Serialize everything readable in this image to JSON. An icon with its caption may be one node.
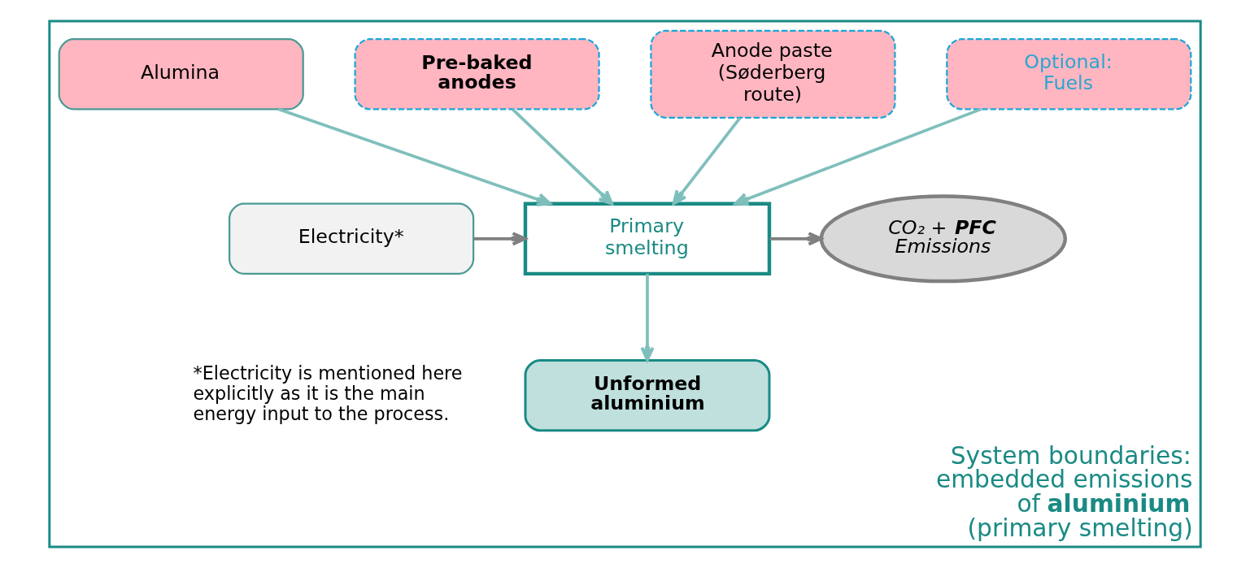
{
  "diagram": {
    "nodes": [
      {
        "text": [
          "System boundaries: embedded emissions of **aluminium** (primary smelting)"
        ]
      },
      {
        "text": [
          "Alumina"
        ],
        "in": 0
      },
      {
        "text": [
          "Pre-baked anodes"
        ],
        "in": 0
      },
      {
        "text": [
          "Anode paste (Søderberg route)"
        ],
        "in": 0
      },
      {
        "text": [
          "Optional: Fuels"
        ],
        "in": 0
      },
      {
        "text": [
          "Electricity*"
        ],
        "in": 0
      },
      {
        "text": [
          "Primary smelting"
        ],
        "in": 0
      },
      {
        "text": [
          "CO₂ + **PFC** Emissions"
        ],
        "in": 0
      },
      {
        "text": [
          "Unformed aluminium"
        ],
        "in": 0
      }
    ],
    "edges": [
      {
        "from": 1,
        "to": 6,
        "arrow": "to"
      },
      {
        "from": 2,
        "to": 6,
        "arrow": "to"
      },
      {
        "from": 3,
        "to": 6,
        "arrow": "to"
      },
      {
        "from": 4,
        "to": 6,
        "arrow": "to"
      },
      {
        "from": 5,
        "to": 6,
        "arrow": "to",
        "color": "#808080"
      },
      {
        "from": 6,
        "to": 7,
        "arrow": "to",
        "color": "#808080"
      },
      {
        "from": 6,
        "to": 8,
        "arrow": "to"
      }
    ],
    "labels": [
      "*Electricity is mentioned here explicitly as it is the main energy input to the process."
    ]
  }
}
